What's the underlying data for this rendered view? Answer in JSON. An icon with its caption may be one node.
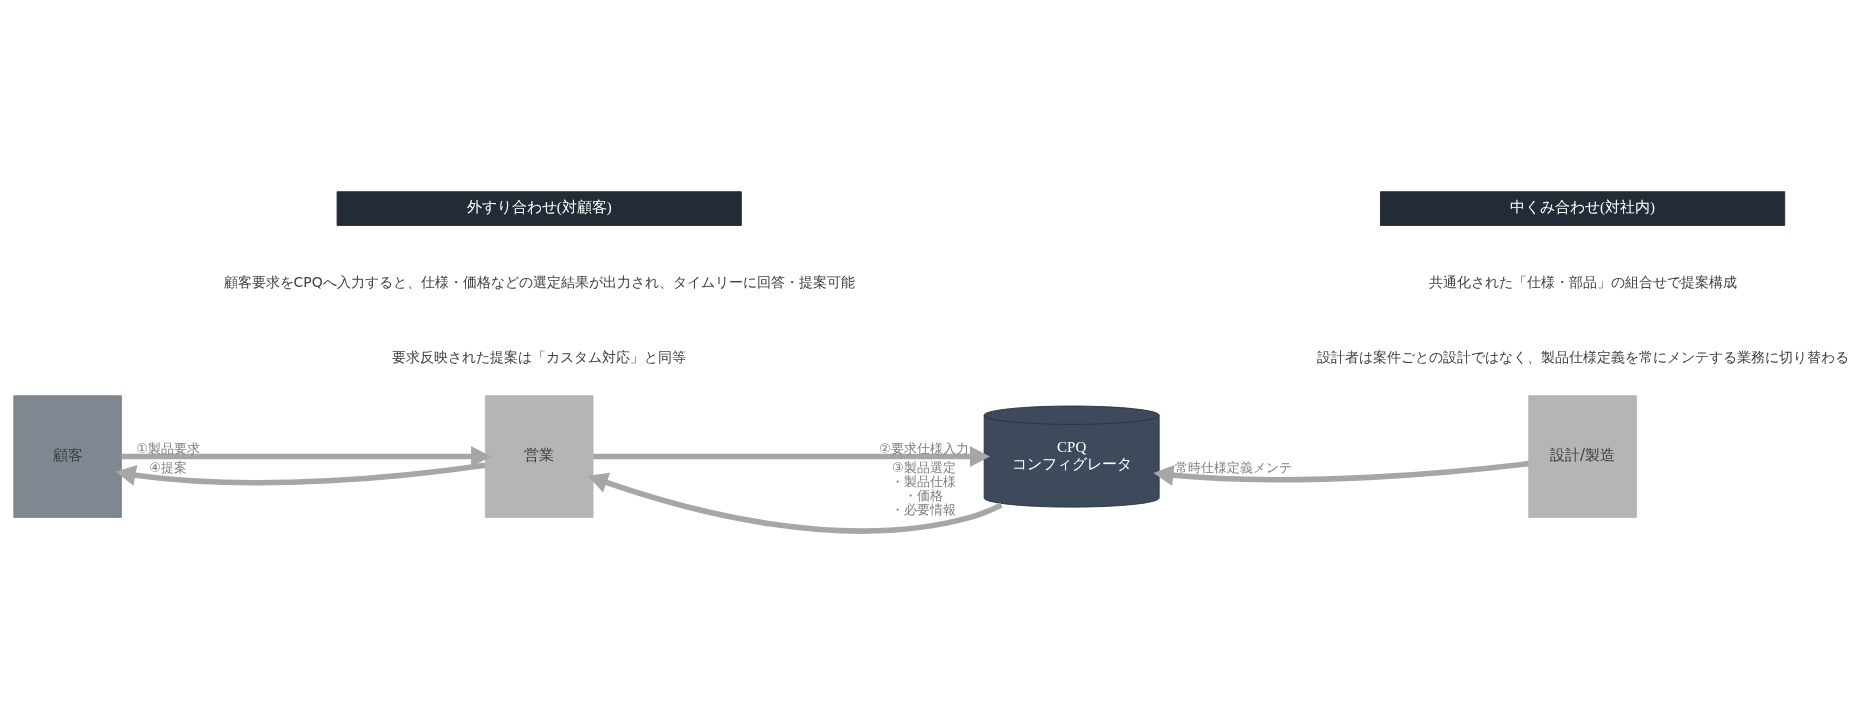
{
  "diagram": {
    "nodes": [
      {
        "text": [
          "顧客"
        ]
      },
      {
        "text": [
          "営業"
        ]
      },
      {
        "text": [
          "CPQ コンフィグレータ"
        ]
      },
      {
        "text": [
          "設計/製造"
        ]
      },
      {
        "text": [
          "外すり合わせ(対顧客)"
        ]
      },
      {
        "text": [
          "中くみ合わせ(対社内)"
        ]
      }
    ],
    "edges": [
      {
        "from": 0,
        "to": 1,
        "arrow": "to",
        "label": "①製品要求"
      },
      {
        "from": 1,
        "to": 0,
        "arrow": "to",
        "label": "④提案"
      },
      {
        "from": 1,
        "to": 2,
        "arrow": "to",
        "label": "②要求仕様入力"
      },
      {
        "from": 2,
        "to": 1,
        "arrow": "to",
        "label": "③製品選定・製品仕様・価格・必要情報"
      },
      {
        "from": 3,
        "to": 2,
        "arrow": "to",
        "label": "常時仕様定義メンテ"
      }
    ],
    "labels": [
      "顧客要求をCPQへ入力すると、仕様・価格などの選定結果が出力され、タイムリーに回答・提案可能",
      "要求反映された提案は「カスタム対応」と同等",
      "共通化された「仕様・部品」の組合せで提案構成",
      "設計者は案件ごとの設計ではなく、製品仕様定義を常にメンテする業務に切り替わる"
    ]
  }
}
